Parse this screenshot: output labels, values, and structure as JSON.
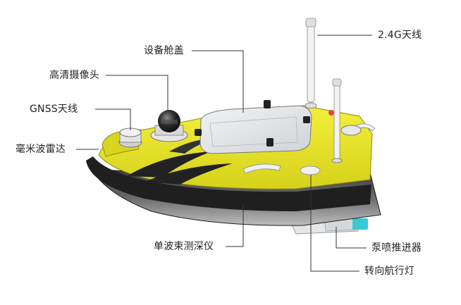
{
  "labels": {
    "antenna_24g": "2.4G天线",
    "equipment_hatch": "设备舱盖",
    "hd_camera": "高清摄像头",
    "gnss_antenna": "GNSS天线",
    "mmwave_radar": "毫米波雷达",
    "single_beam_sounder": "单波束测深仪",
    "pump_jet_thruster": "泵喷推进器",
    "turn_nav_light": "转向航行灯"
  },
  "colors": {
    "hull_yellow": "#e9e424",
    "hull_yellow_shade": "#c8c41a",
    "hull_dark": "#2b2b2b",
    "hull_grey": "#6e6e6e",
    "deck_grey": "#e6e8ea",
    "thruster_cyan": "#37c9d6",
    "leader_line": "#333333"
  }
}
